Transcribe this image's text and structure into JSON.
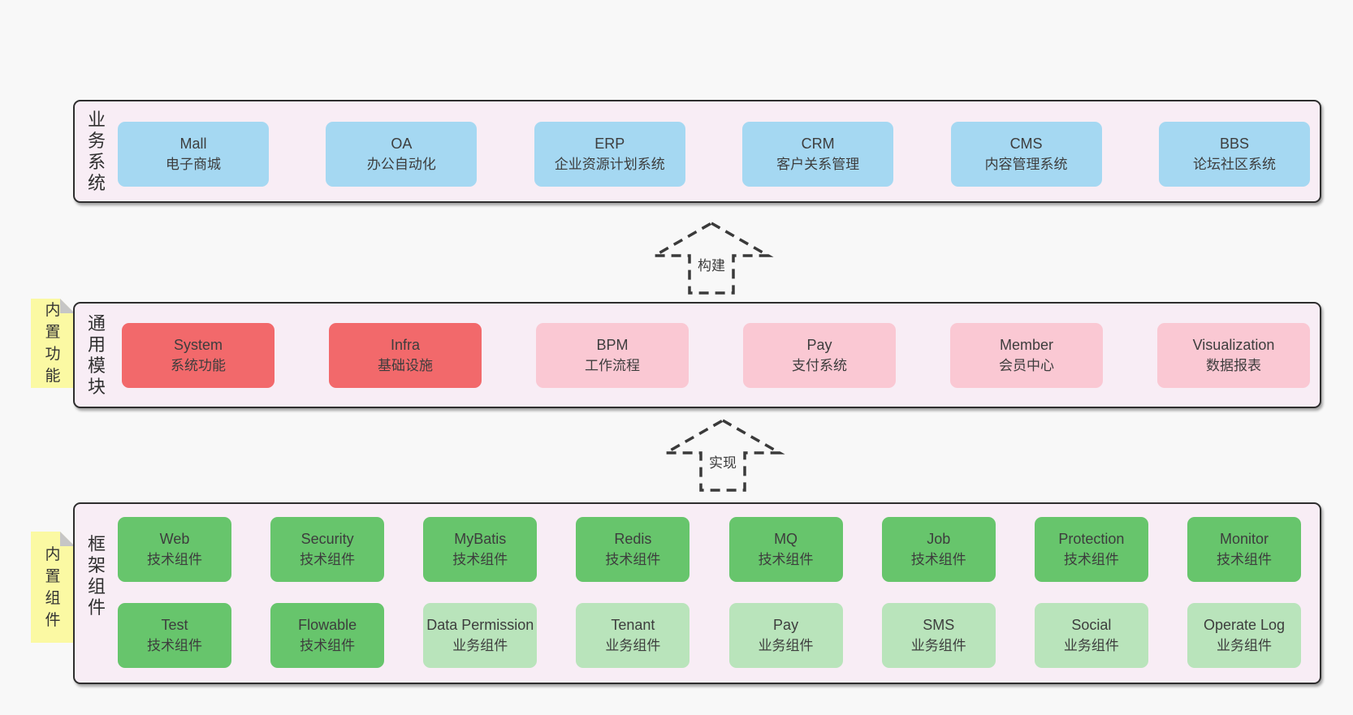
{
  "diagram": {
    "business": {
      "label": "业务系统",
      "items": [
        {
          "name": "Mall",
          "desc": "电子商城"
        },
        {
          "name": "OA",
          "desc": "办公自动化"
        },
        {
          "name": "ERP",
          "desc": "企业资源计划系统"
        },
        {
          "name": "CRM",
          "desc": "客户关系管理"
        },
        {
          "name": "CMS",
          "desc": "内容管理系统"
        },
        {
          "name": "BBS",
          "desc": "论坛社区系统"
        }
      ]
    },
    "modules": {
      "label": "通用模块",
      "note": "内置功能",
      "items": [
        {
          "name": "System",
          "desc": "系统功能"
        },
        {
          "name": "Infra",
          "desc": "基础设施"
        },
        {
          "name": "BPM",
          "desc": "工作流程"
        },
        {
          "name": "Pay",
          "desc": "支付系统"
        },
        {
          "name": "Member",
          "desc": "会员中心"
        },
        {
          "name": "Visualization",
          "desc": "数据报表"
        }
      ]
    },
    "components": {
      "label": "框架组件",
      "note": "内置组件",
      "row1": [
        {
          "name": "Web",
          "desc": "技术组件"
        },
        {
          "name": "Security",
          "desc": "技术组件"
        },
        {
          "name": "MyBatis",
          "desc": "技术组件"
        },
        {
          "name": "Redis",
          "desc": "技术组件"
        },
        {
          "name": "MQ",
          "desc": "技术组件"
        },
        {
          "name": "Job",
          "desc": "技术组件"
        },
        {
          "name": "Protection",
          "desc": "技术组件"
        },
        {
          "name": "Monitor",
          "desc": "技术组件"
        }
      ],
      "row2": [
        {
          "name": "Test",
          "desc": "技术组件"
        },
        {
          "name": "Flowable",
          "desc": "技术组件"
        },
        {
          "name": "Data Permission",
          "desc": "业务组件"
        },
        {
          "name": "Tenant",
          "desc": "业务组件"
        },
        {
          "name": "Pay",
          "desc": "业务组件"
        },
        {
          "name": "SMS",
          "desc": "业务组件"
        },
        {
          "name": "Social",
          "desc": "业务组件"
        },
        {
          "name": "Operate Log",
          "desc": "业务组件"
        }
      ]
    },
    "arrows": {
      "build": "构建",
      "implement": "实现"
    },
    "colors": {
      "page_bg": "#f8f8f8",
      "section_bg": "#f8edf5",
      "section_border": "#2e2e2e",
      "card_blue": "#a5d8f2",
      "card_red": "#f2696b",
      "card_pink": "#fac8d3",
      "card_green": "#67c56c",
      "card_light_green": "#b9e4bb",
      "note_yellow": "#fbf9a3",
      "text": "#3d3d3d"
    }
  }
}
